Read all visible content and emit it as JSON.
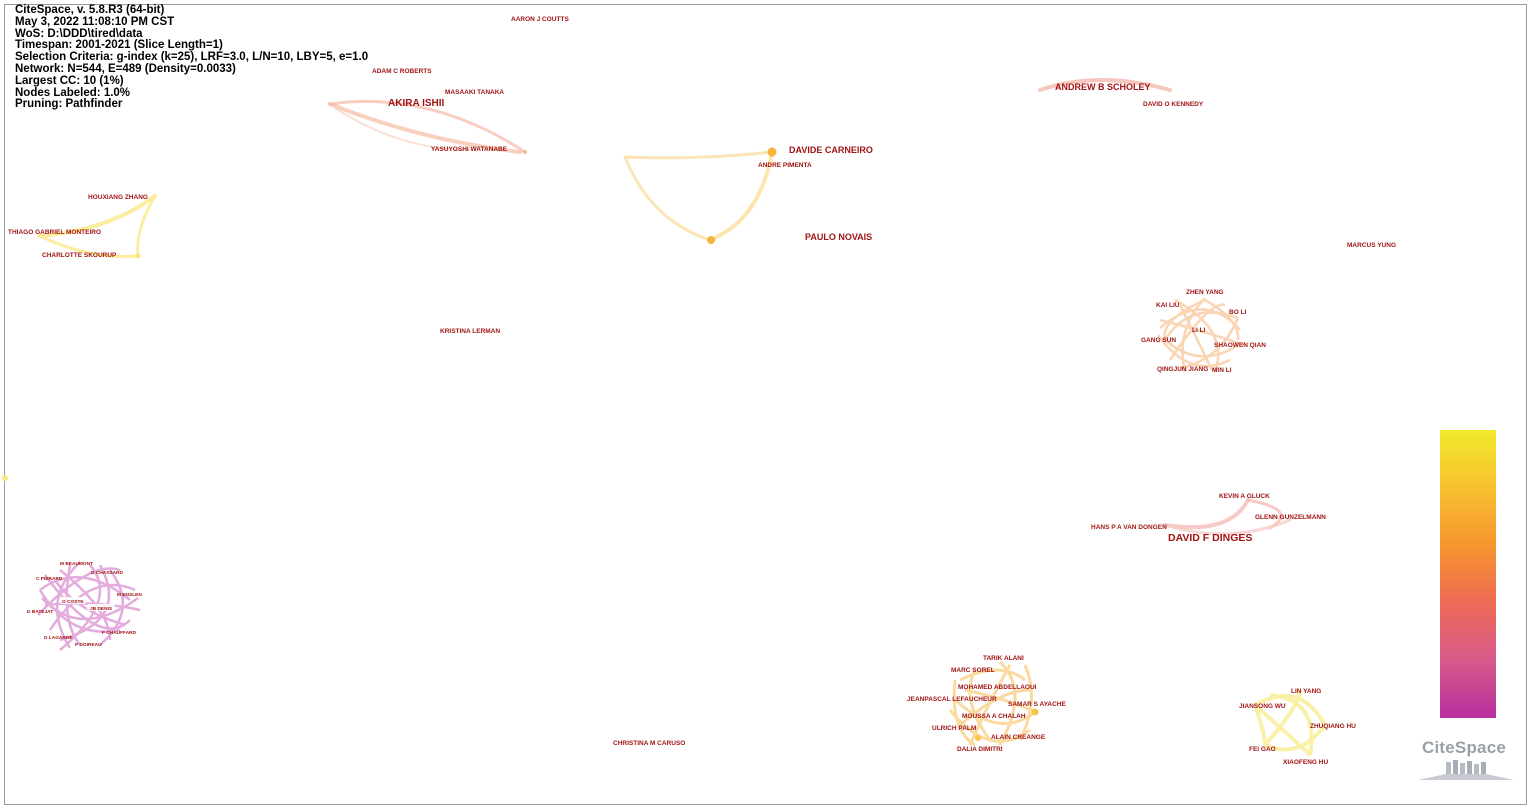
{
  "info": {
    "lines": [
      "CiteSpace, v. 5.8.R3 (64-bit)",
      "May 3, 2022 11:08:10 PM CST",
      "WoS: D:\\DDD\\tired\\data",
      "Timespan: 2001-2021 (Slice Length=1)",
      "Selection Criteria: g-index (k=25), LRF=3.0, L/N=10, LBY=5, e=1.0",
      "Network: N=544, E=489 (Density=0.0033)",
      "Largest CC: 10 (1%)",
      "Nodes Labeled: 1.0%",
      "Pruning: Pathfinder"
    ]
  },
  "labels": {
    "aaron_j_coutts": "AARON J COUTTS",
    "adam_c_roberts": "ADAM C ROBERTS",
    "masaaki_tanaka": "MASAAKI TANAKA",
    "akira_ishii": "AKIRA ISHII",
    "yasuyoshi_watanabe": "YASUYOSHI WATANABE",
    "davide_carneiro": "DAVIDE CARNEIRO",
    "andre_pimenta": "ANDRE PIMENTA",
    "paulo_novais": "PAULO NOVAIS",
    "andrew_b_scholey": "ANDREW B SCHOLEY",
    "david_o_kennedy": "DAVID O KENNEDY",
    "houxiang_zhang": "HOUXIANG ZHANG",
    "thiago_gabriel_monteiro": "THIAGO GABRIEL MONTEIRO",
    "charlotte_skourup": "CHARLOTTE SKOURUP",
    "marcus_yung": "MARCUS YUNG",
    "kristina_lerman": "KRISTINA LERMAN",
    "zhen_yang": "ZHEN YANG",
    "kai_liu": "KAI LIU",
    "bo_li": "BO LI",
    "li_li": "LI LI",
    "gang_sun": "GANG SUN",
    "shaowen_qian": "SHAOWEN QIAN",
    "qingjun_jiang": "QINGJUN JIANG",
    "min_li": "MIN LI",
    "kevin_a_gluck": "KEVIN A GLUCK",
    "glenn_gunzelmann": "GLENN GUNZELMANN",
    "hans_p_a_van_dongen": "HANS P A VAN DONGEN",
    "david_f_dinges": "DAVID F DINGES",
    "m_beaumont": "M BEAUMONT",
    "c_pierard": "C PIERARD",
    "d_chassard": "D CHASSARD",
    "m_enslen": "M ENSLEN",
    "d_batejat": "D BATEJAT",
    "o_coste": "O COSTE",
    "jb_denis": "JB DENIS",
    "d_lagarde": "D LAGARDE",
    "f_chauffard": "F CHAUFFARD",
    "p_doireau": "P DOIREAU",
    "tarik_alani": "TARIK ALANI",
    "marc_sorel": "MARC SOREL",
    "mohamed_abdellaoui": "MOHAMED ABDELLAOUI",
    "jeanpascal_lefaucheur": "JEANPASCAL LEFAUCHEUR",
    "samar_s_ayache": "SAMAR S AYACHE",
    "moussa_a_chalah": "MOUSSA A CHALAH",
    "ulrich_palm": "ULRICH PALM",
    "alain_creange": "ALAIN CREANGE",
    "dalia_dimitri": "DALIA DIMITRI",
    "christina_m_caruso": "CHRISTINA M CARUSO",
    "lin_yang": "LIN YANG",
    "jiansong_wu": "JIANSONG WU",
    "zhuqiang_hu": "ZHUQIANG HU",
    "fei_gao": "FEI GAO",
    "xiaofeng_hu": "XIAOFENG HU"
  },
  "legend": {
    "gradient_colors": [
      "#f2ea2a",
      "#f8c030",
      "#f7952f",
      "#ed6a55",
      "#d85a8b",
      "#b82f9e"
    ]
  },
  "logo": {
    "text": "CiteSpace"
  }
}
